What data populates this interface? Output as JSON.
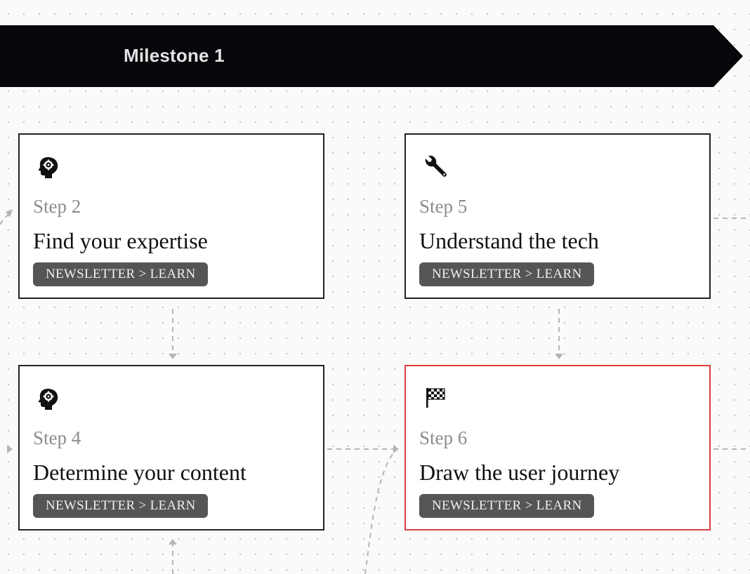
{
  "milestone": {
    "title": "Milestone 1"
  },
  "colors": {
    "banner": "#05070b",
    "card_border": "#222222",
    "highlight_border": "#d9443a",
    "tag_bg": "#555555",
    "connector": "#b5b5b5"
  },
  "cards": [
    {
      "id": "step-2",
      "icon": "head-gear-icon",
      "step": "Step 2",
      "title": "Find your expertise",
      "tag": "NEWSLETTER > LEARN",
      "highlighted": false
    },
    {
      "id": "step-5",
      "icon": "wrench-icon",
      "step": "Step 5",
      "title": "Understand the tech",
      "tag": "NEWSLETTER > LEARN",
      "highlighted": false
    },
    {
      "id": "step-4",
      "icon": "head-gear-icon",
      "step": "Step 4",
      "title": "Determine your content",
      "tag": "NEWSLETTER > LEARN",
      "highlighted": false
    },
    {
      "id": "step-6",
      "icon": "checkered-flag-icon",
      "step": "Step 6",
      "title": "Draw the user journey",
      "tag": "NEWSLETTER > LEARN",
      "highlighted": true
    }
  ]
}
